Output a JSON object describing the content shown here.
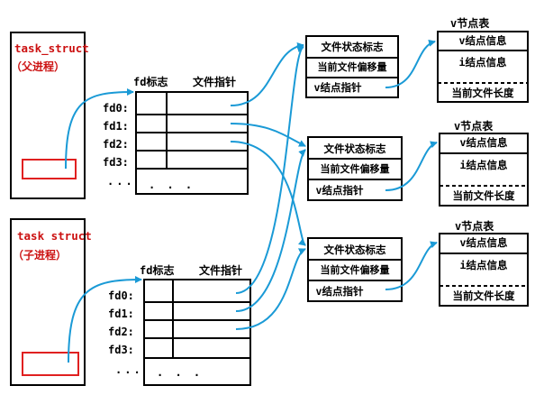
{
  "colors": {
    "arrow": "#1a9ad6",
    "process_label": "#cc1111",
    "line": "#000000",
    "marker": "#e02020"
  },
  "parent": {
    "name": "task_struct",
    "role": "（父进程）"
  },
  "child": {
    "name": "task struct",
    "role": "（子进程）"
  },
  "table_header": {
    "fd_flag": "fd标志",
    "file_ptr": "文件指针"
  },
  "fd_labels": [
    "fd0:",
    "fd1:",
    "fd2:",
    "fd3:"
  ],
  "ellipsis": "...",
  "table_dots": ". . .",
  "file_table_entry": {
    "status": "文件状态标志",
    "offset": "当前文件偏移量",
    "vnode_ptr": "v结点指针"
  },
  "vnode_table": {
    "title": "v节点表",
    "vnode_info": "v结点信息",
    "inode_info": "i结点信息",
    "file_length": "当前文件长度"
  }
}
